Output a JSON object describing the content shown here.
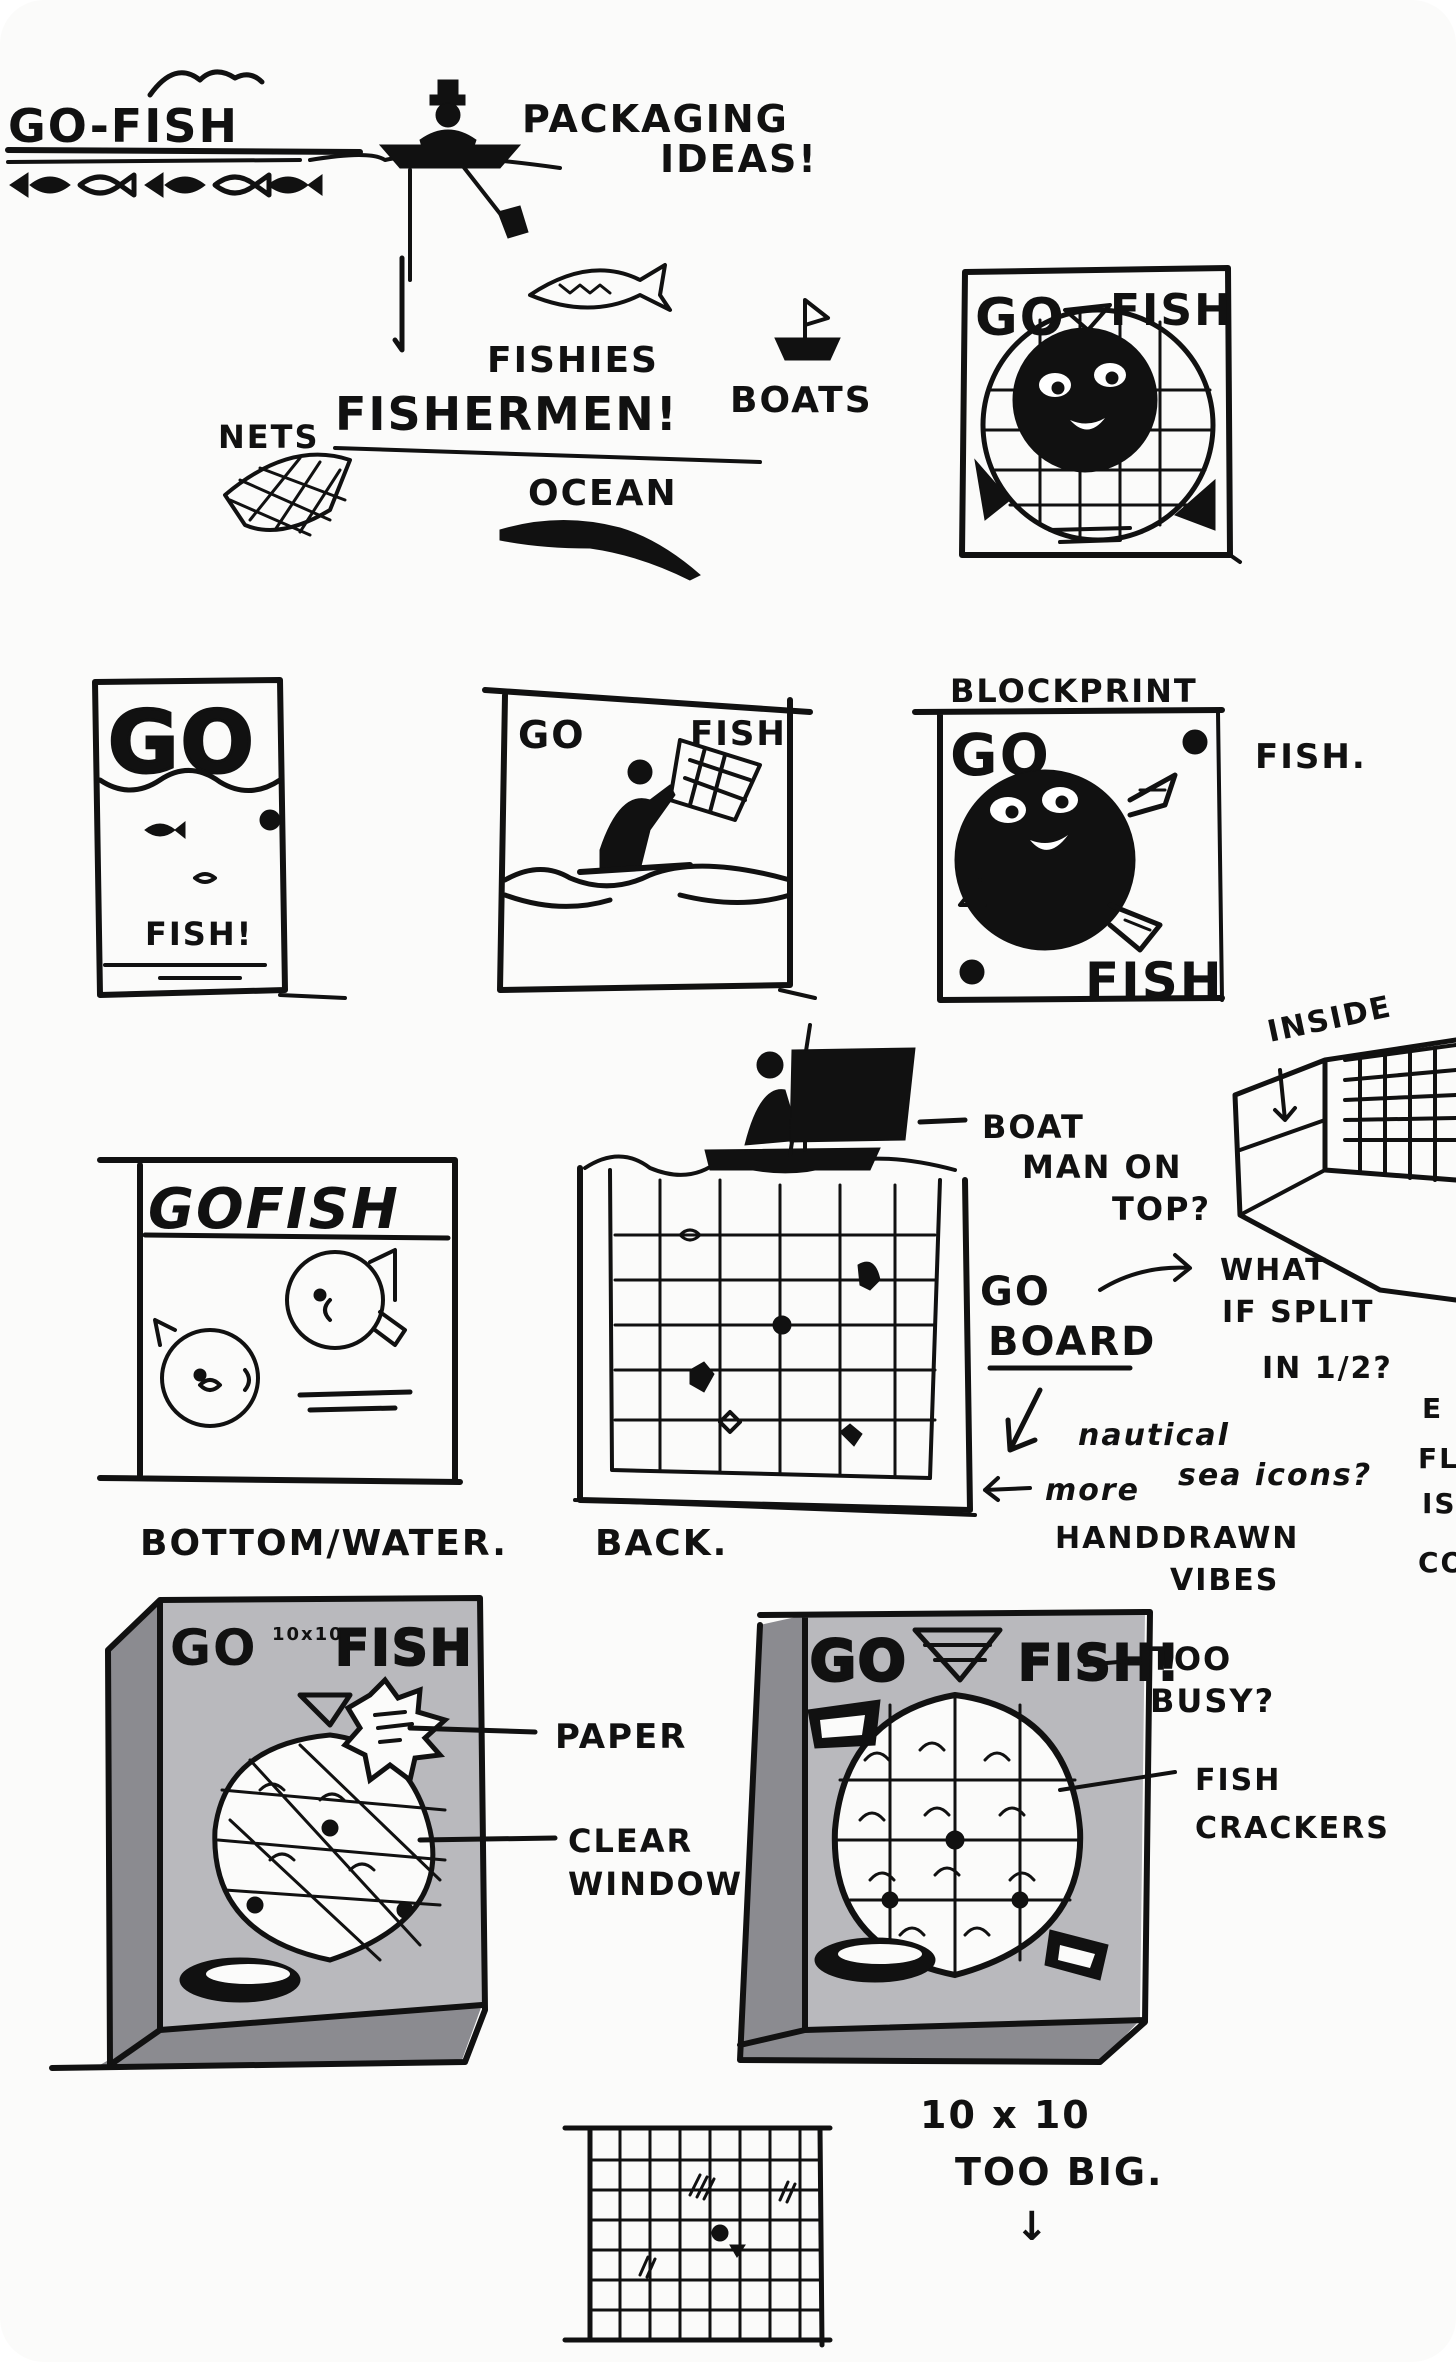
{
  "header": {
    "logo_text": "GO-FISH",
    "title_line1": "PACKAGING",
    "title_line2": "IDEAS!"
  },
  "brainstorm": {
    "fishies": "FISHIES",
    "boats": "BOATS",
    "nets": "NETS",
    "fishermen": "FISHERMEN!",
    "ocean": "OCEAN"
  },
  "sketches": {
    "box_topright_go": "GO",
    "box_topright_fish": "FISH",
    "box1_go": "GO",
    "box1_fish": "FISH!",
    "box2_go": "GO",
    "box2_fish": "FISH",
    "blockprint_label": "BLOCKPRINT",
    "box3_go": "GO",
    "box3_fish_side": "FISH.",
    "box3_fish_bottom": "FISH",
    "inside_label": "INSIDE",
    "box4_title": "GOFISH",
    "box4_caption": "BOTTOM/WATER.",
    "box5_caption": "BACK.",
    "boatman_line1": "BOAT",
    "boatman_line2": "MAN ON",
    "boatman_line3": "TOP?",
    "go_board_line1": "GO",
    "go_board_line2": "BOARD",
    "split_line1": "WHAT",
    "split_line2": "IF SPLIT",
    "split_line3": "IN 1/2?",
    "nautical_line1": "nautical",
    "nautical_line2": "sea icons?",
    "more": "more",
    "handdrawn_line1": "HANDDRAWN",
    "handdrawn_line2": "VIBES",
    "cut_line1": "E",
    "cut_line2": "FL",
    "cut_line3": "IS",
    "cut_line4": "CO",
    "box6_go": "GO",
    "box6_small": "10x10",
    "box6_fish": "FISH",
    "paper_label": "PAPER",
    "clear_line1": "CLEAR",
    "clear_line2": "WINDOW",
    "box7_go": "GO",
    "box7_fish": "FISH!",
    "too_busy_line1": "TOO",
    "too_busy_line2": "BUSY?",
    "crackers_line1": "FISH",
    "crackers_line2": "CRACKERS",
    "size_line1": "10 x 10",
    "size_line2": "TOO BIG.",
    "arrow_down": "↓"
  },
  "colors": {
    "ink": "#111111",
    "paper": "#fbfbfa",
    "marker_gray": "#b9b9bd"
  }
}
